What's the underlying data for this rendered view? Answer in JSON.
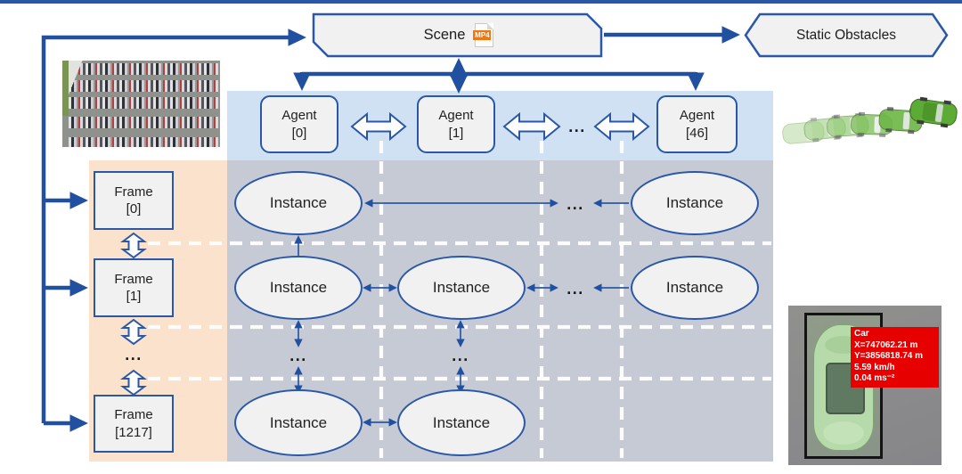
{
  "colors": {
    "accent_blue": "#2b58a6",
    "thick_arrow_blue": "#20509f",
    "agent_band": "#cfe1f2",
    "frame_band": "#fbe2cc",
    "grid_background": "#c6cad4",
    "node_fill": "#f1f1f2",
    "dashed_separator": "#ffffff",
    "annotation_red": "#e60000"
  },
  "scene": {
    "label": "Scene",
    "file_badge": "MP4"
  },
  "static_obstacles": {
    "label": "Static Obstacles"
  },
  "agents": {
    "label": "Agent",
    "indices": [
      "[0]",
      "[1]",
      "[46]"
    ],
    "ellipsis": "..."
  },
  "frames": {
    "label": "Frame",
    "indices": [
      "[0]",
      "[1]",
      "[1217]"
    ],
    "ellipsis": "..."
  },
  "labels": {
    "instance": "Instance",
    "ellipsis": "..."
  },
  "car_annotation": {
    "title": "Car",
    "line_x": "X=747062.21 m",
    "line_y": "Y=3856818.74 m",
    "line_speed": "5.59 km/h",
    "line_accel": "0.04 ms⁻²"
  }
}
